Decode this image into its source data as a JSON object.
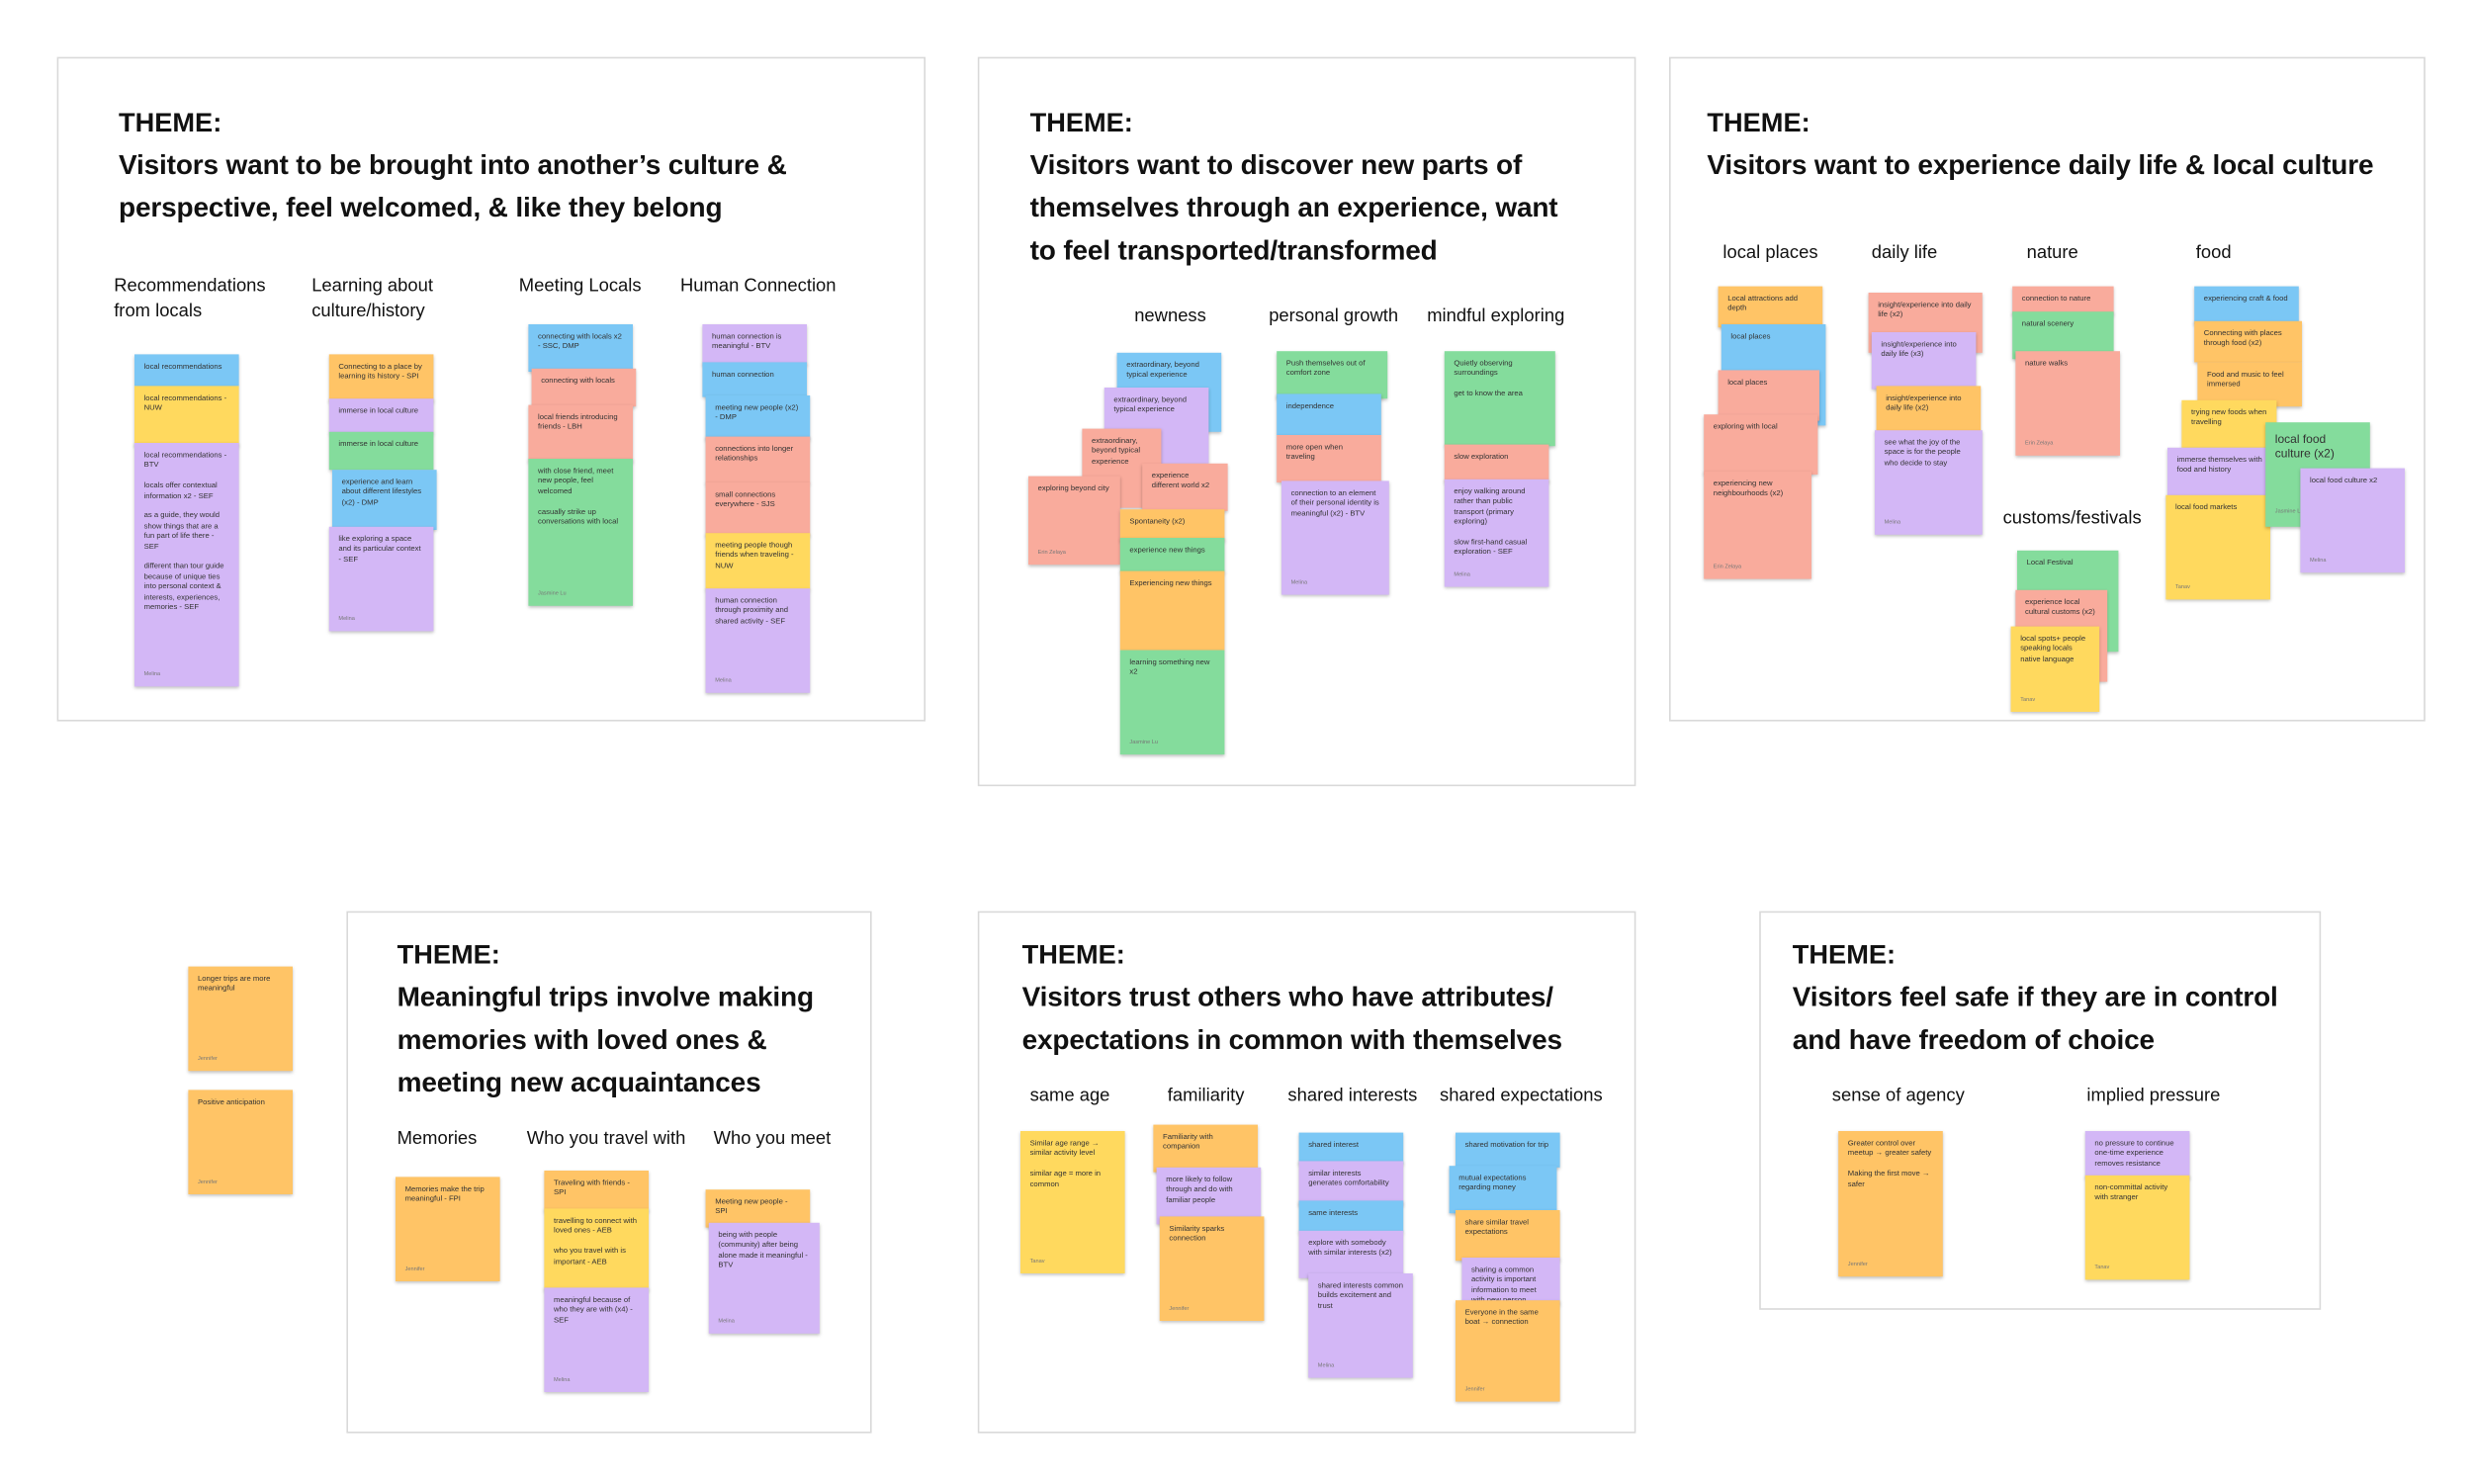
{
  "board": {
    "frames": [
      {
        "label": "THEME:",
        "title": "Visitors want to be brought into another’s culture & perspective, feel welcomed, & like they belong",
        "categories": [
          "Recommendations from locals",
          "Learning about culture/history",
          "Meeting Locals",
          "Human Connection"
        ]
      },
      {
        "label": "THEME:",
        "title": "Visitors want to discover new parts of themselves through an experience, want to feel transported/transformed",
        "categories": [
          "newness",
          "personal growth",
          "mindful exploring"
        ]
      },
      {
        "label": "THEME:",
        "title": "Visitors want to experience daily life & local culture",
        "categories": [
          "local places",
          "daily life",
          "nature",
          "food",
          "customs/festivals"
        ]
      },
      {
        "label": "THEME:",
        "title": "Meaningful trips involve making memories with loved ones & meeting new acquaintances",
        "categories": [
          "Memories",
          "Who you travel with",
          "Who you meet"
        ]
      },
      {
        "label": "THEME:",
        "title": "Visitors trust others who have attributes/ expectations in common with themselves",
        "categories": [
          "same age",
          "familiarity",
          "shared interests",
          "shared expectations"
        ]
      },
      {
        "label": "THEME:",
        "title": "Visitors feel safe if they are in control and have freedom of choice",
        "categories": [
          "sense of agency",
          "implied pressure"
        ]
      }
    ],
    "notes": [
      {
        "text": "local recommendations",
        "color": "blue"
      },
      {
        "text": "local recommendations - NUW",
        "color": "yellow"
      },
      {
        "text": "local recommendations - BTV\n\nlocals offer contextual information x2 - SEF\n\nas a guide, they would show things that are a fun part of life there - SEF\n\ndifferent than tour guide because of unique ties into personal context & interests, experiences, memories - SEF",
        "color": "purple",
        "author": "Melina"
      },
      {
        "text": "Connecting to a place by learning its history - SPI",
        "color": "orange"
      },
      {
        "text": "immerse in local culture",
        "color": "purple"
      },
      {
        "text": "immerse in local culture",
        "color": "green"
      },
      {
        "text": "experience and learn about different lifestyles (x2) - DMP",
        "color": "blue"
      },
      {
        "text": "like exploring a space and its particular context - SEF",
        "color": "purple",
        "author": "Melina"
      },
      {
        "text": "connecting with locals x2 - SSC, DMP",
        "color": "blue"
      },
      {
        "text": "connecting with locals",
        "color": "pink"
      },
      {
        "text": "local friends introducing friends - LBH",
        "color": "pink"
      },
      {
        "text": "with close friend, meet new people, feel welcomed\n\ncasually strike up conversations with local",
        "color": "green",
        "author": "Jasmine Lu"
      },
      {
        "text": "human connection is meaningful - BTV",
        "color": "purple"
      },
      {
        "text": "human connection",
        "color": "blue"
      },
      {
        "text": "meeting new people (x2) - DMP",
        "color": "blue"
      },
      {
        "text": "connections into longer relationships",
        "color": "pink"
      },
      {
        "text": "small connections everywhere - SJS",
        "color": "pink"
      },
      {
        "text": "meeting people though friends when traveling - NUW",
        "color": "yellow"
      },
      {
        "text": "human connection through proximity and shared activity - SEF",
        "color": "purple",
        "author": "Melina"
      },
      {
        "text": "extraordinary, beyond typical experience",
        "color": "blue"
      },
      {
        "text": "extraordinary, beyond typical experience",
        "color": "purple"
      },
      {
        "text": "extraordinary, beyond typical experience",
        "color": "pink"
      },
      {
        "text": "experience different world x2",
        "color": "pink"
      },
      {
        "text": "exploring beyond city",
        "color": "pink",
        "author": "Erin Zelaya"
      },
      {
        "text": "Spontaneity (x2)",
        "color": "orange"
      },
      {
        "text": "experience new things",
        "color": "green"
      },
      {
        "text": "Experiencing new things",
        "color": "orange"
      },
      {
        "text": "learning something new x2",
        "color": "green",
        "author": "Jasmine Lu"
      },
      {
        "text": "Push themselves out of comfort zone",
        "color": "green"
      },
      {
        "text": "independence",
        "color": "blue"
      },
      {
        "text": "more open when traveling",
        "color": "pink"
      },
      {
        "text": "connection to an element of their personal identity is meaningful (x2) - BTV",
        "color": "purple",
        "author": "Melina"
      },
      {
        "text": "Quietly observing surroundings\n\nget to know the area",
        "color": "green"
      },
      {
        "text": "slow exploration",
        "color": "pink"
      },
      {
        "text": "enjoy walking around rather than public transport (primary exploring)\n\nslow first-hand casual exploration - SEF",
        "color": "purple",
        "author": "Melina"
      },
      {
        "text": "Local attractions add depth",
        "color": "orange"
      },
      {
        "text": "local places",
        "color": "blue"
      },
      {
        "text": "local places",
        "color": "pink"
      },
      {
        "text": "exploring with local",
        "color": "pink"
      },
      {
        "text": "experiencing new neighbourhoods (x2)",
        "color": "pink",
        "author": "Erin Zelaya"
      },
      {
        "text": "insight/experience into daily life (x2)",
        "color": "pink"
      },
      {
        "text": "insight/experience into daily life (x3)",
        "color": "purple"
      },
      {
        "text": "insight/experience into daily life (x2)",
        "color": "orange"
      },
      {
        "text": "see what the joy of the space is for the people who decide to stay",
        "color": "purple",
        "author": "Melina"
      },
      {
        "text": "connection to nature",
        "color": "pink"
      },
      {
        "text": "natural scenery",
        "color": "green"
      },
      {
        "text": "nature walks",
        "color": "pink",
        "author": "Erin Zelaya"
      },
      {
        "text": "experiencing craft & food",
        "color": "blue"
      },
      {
        "text": "Connecting with places through food (x2)",
        "color": "orange"
      },
      {
        "text": "Food and music to feel immersed",
        "color": "orange"
      },
      {
        "text": "trying new foods when travelling",
        "color": "yellow"
      },
      {
        "text": "immerse themselves with food and history",
        "color": "purple"
      },
      {
        "text": "local food markets",
        "color": "yellow",
        "author": "Tanav"
      },
      {
        "text": "local food culture (x2)",
        "color": "green",
        "author": "Jasmine Lu"
      },
      {
        "text": "local food culture x2",
        "color": "purple",
        "author": "Melina"
      },
      {
        "text": "Local Festival",
        "color": "green"
      },
      {
        "text": "experience local cultural customs (x2)",
        "color": "pink"
      },
      {
        "text": "local spots+ people speaking locals native language",
        "color": "yellow",
        "author": "Tanav"
      },
      {
        "text": "Longer trips are more meaningful",
        "color": "orange",
        "author": "Jennifer"
      },
      {
        "text": "Positive anticipation",
        "color": "orange",
        "author": "Jennifer"
      },
      {
        "text": "Memories make the trip meaningful - FPI",
        "color": "orange",
        "author": "Jennifer"
      },
      {
        "text": "Traveling with friends - SPI",
        "color": "orange"
      },
      {
        "text": "travelling to connect with loved ones - AEB\n\nwho you travel with is important - AEB",
        "color": "yellow"
      },
      {
        "text": "meaningful because of who they are with (x4) - SEF",
        "color": "purple",
        "author": "Melina"
      },
      {
        "text": "Meeting new people - SPI",
        "color": "orange"
      },
      {
        "text": "being with people (community) after being alone made it meaningful - BTV",
        "color": "purple",
        "author": "Melina"
      },
      {
        "text": "Similar age range → similar activity level\n\nsimilar age = more in common",
        "color": "yellow",
        "author": "Tanav"
      },
      {
        "text": "Familiarity with companion",
        "color": "orange"
      },
      {
        "text": "more likely to follow through and do with familiar people",
        "color": "purple"
      },
      {
        "text": "Similarity sparks connection",
        "color": "orange",
        "author": "Jennifer"
      },
      {
        "text": "shared interest",
        "color": "blue"
      },
      {
        "text": "similar interests generates comfortability",
        "color": "purple"
      },
      {
        "text": "same interests",
        "color": "blue"
      },
      {
        "text": "explore with somebody with similar interests (x2)",
        "color": "purple"
      },
      {
        "text": "shared interests common builds excitement and trust",
        "color": "purple",
        "author": "Melina"
      },
      {
        "text": "shared motivation for trip",
        "color": "blue"
      },
      {
        "text": "mutual expectations regarding money",
        "color": "blue"
      },
      {
        "text": "share similar travel expectations",
        "color": "orange"
      },
      {
        "text": "sharing a common activity is important information to meet with new person",
        "color": "purple"
      },
      {
        "text": "Everyone in the same boat → connection",
        "color": "orange",
        "author": "Jennifer"
      },
      {
        "text": "Greater control over meetup → greater safety\n\nMaking the first move → safer",
        "color": "orange",
        "author": "Jennifer"
      },
      {
        "text": "no pressure to continue one-time experience removes resistance",
        "color": "purple"
      },
      {
        "text": "non-committal activity with stranger",
        "color": "yellow",
        "author": "Tanav"
      }
    ]
  }
}
